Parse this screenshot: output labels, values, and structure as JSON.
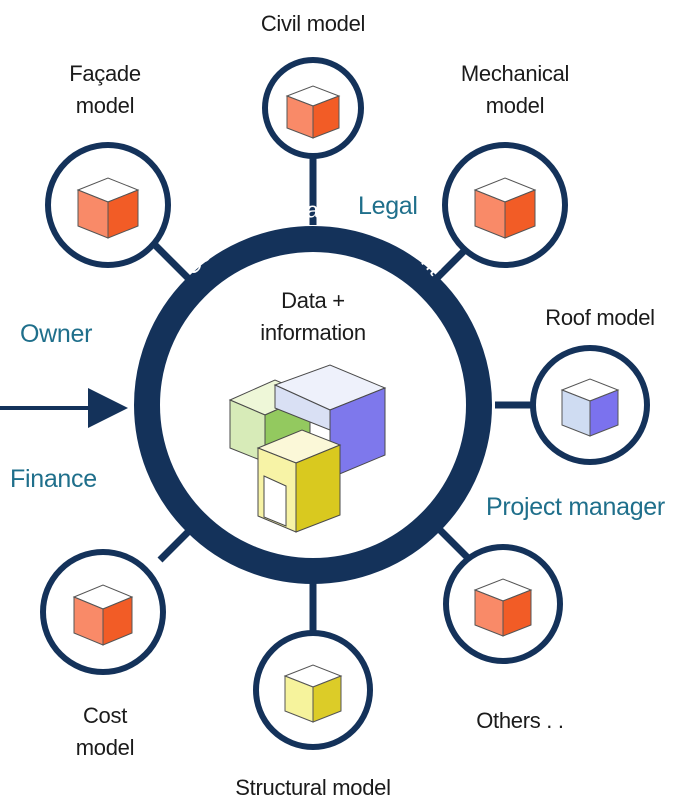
{
  "center": {
    "ring_label": "Common Data Environment",
    "title_line1": "Data +",
    "title_line2": "information"
  },
  "models": {
    "civil": "Civil model",
    "facade_line1": "Façade",
    "facade_line2": "model",
    "mechanical_line1": "Mechanical",
    "mechanical_line2": "model",
    "roof": "Roof model",
    "others": "Others . .",
    "structural": "Structural model",
    "cost_line1": "Cost",
    "cost_line2": "model"
  },
  "roles": {
    "legal": "Legal",
    "owner": "Owner",
    "finance": "Finance",
    "project_manager": "Project manager"
  },
  "colors": {
    "ring": "#14325a",
    "role_text": "#1f6f8b",
    "cube_red_front": "#f98a68",
    "cube_red_side": "#f25c26",
    "cube_blue_front": "#cfdcf2",
    "cube_blue_side": "#7b72ee",
    "cube_yellow_front": "#f6f39c",
    "cube_yellow_side": "#dccc28"
  }
}
